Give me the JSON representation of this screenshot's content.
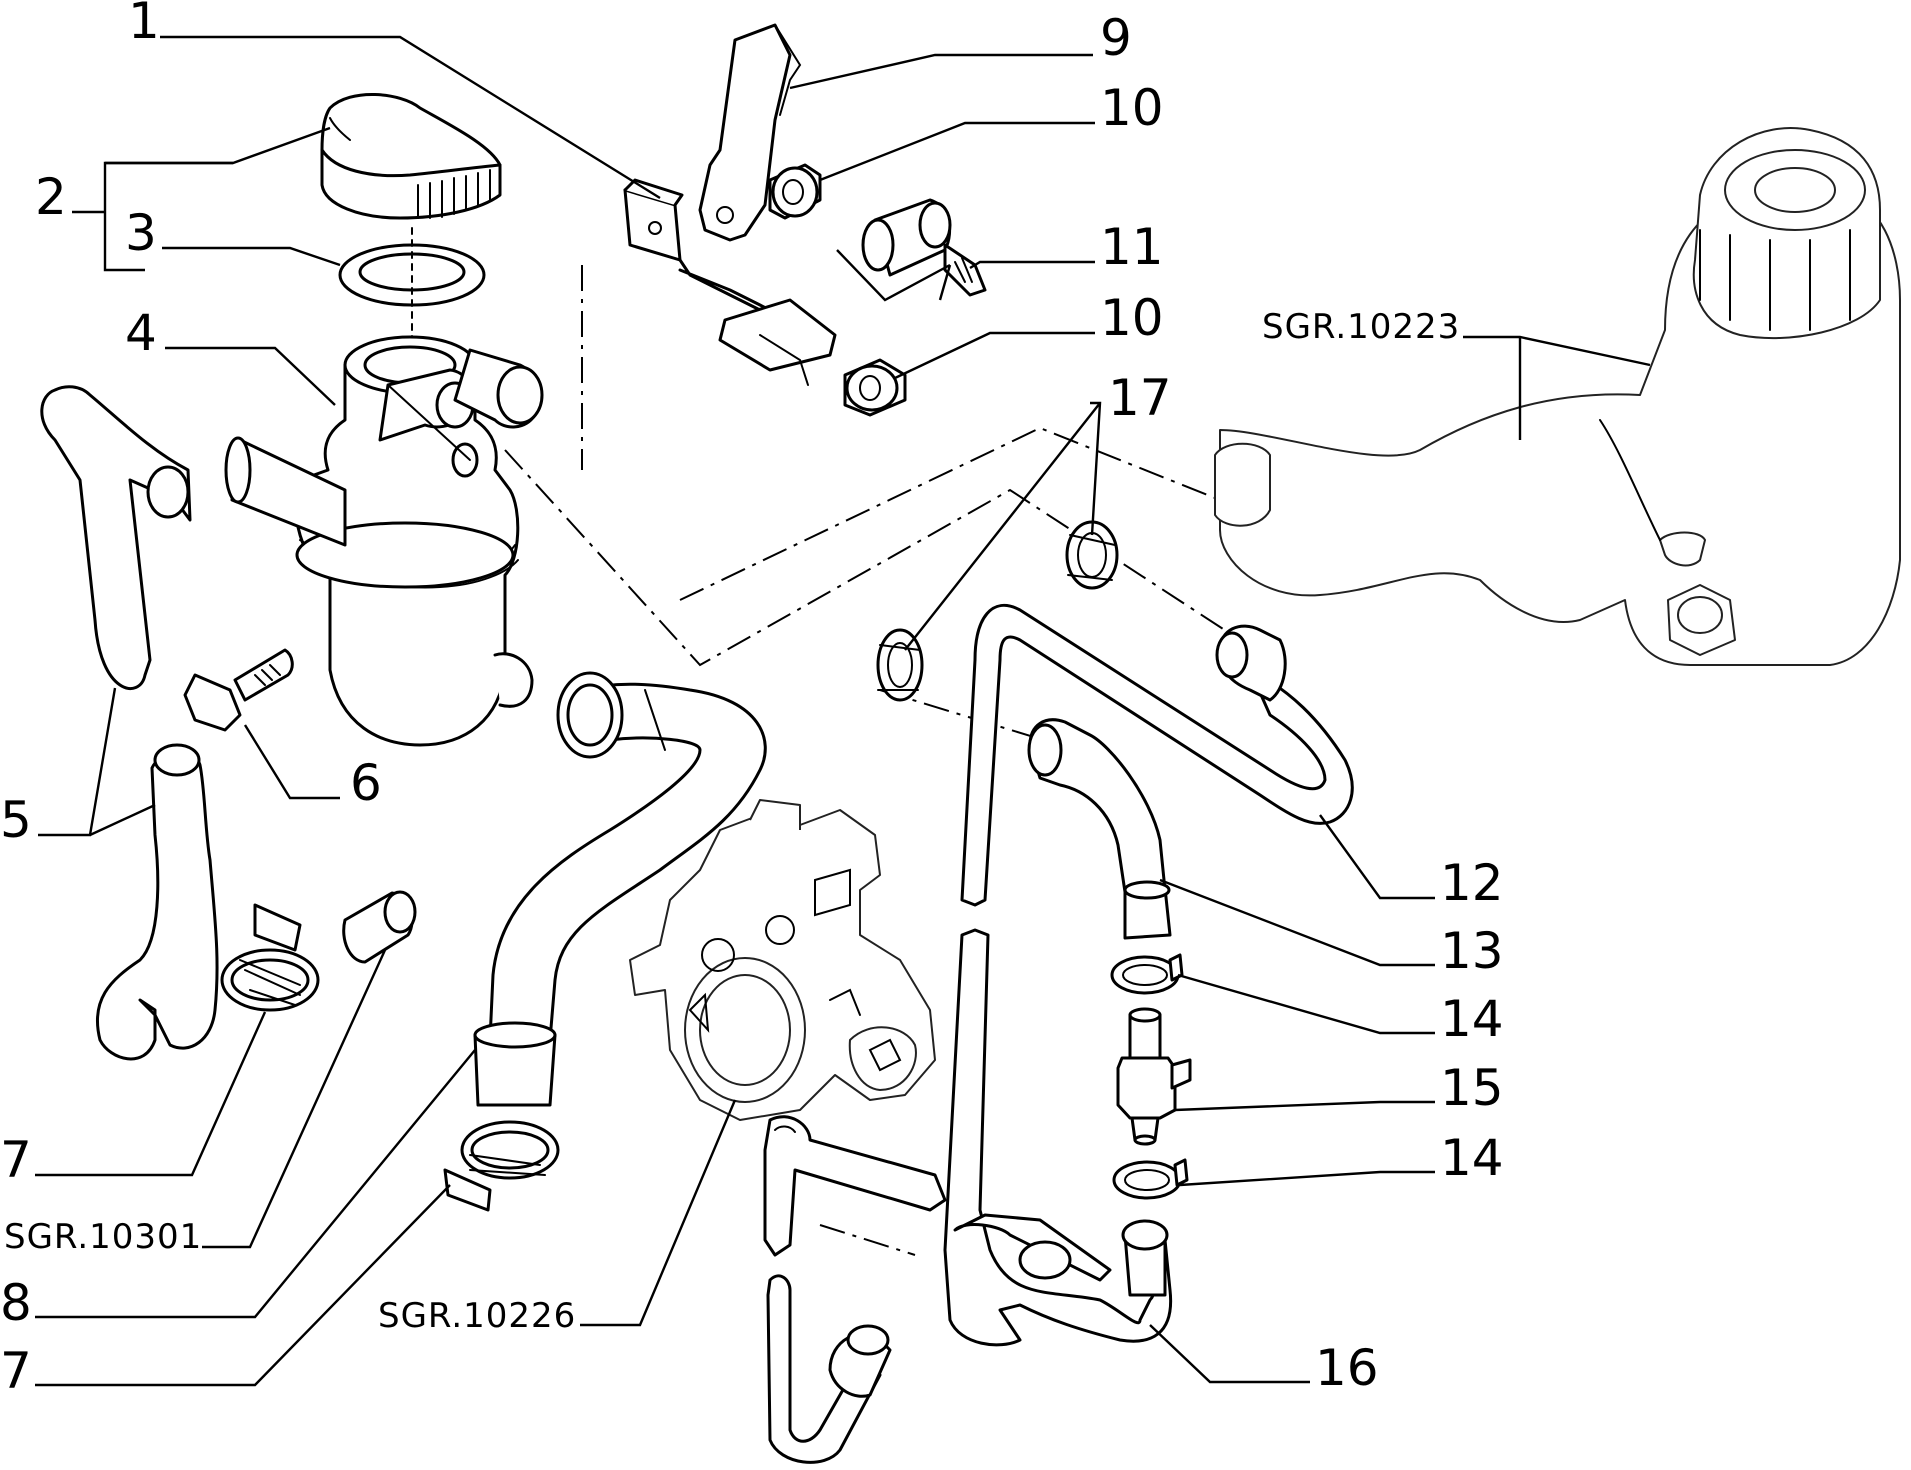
{
  "callouts": {
    "n1": "1",
    "n2": "2",
    "n3": "3",
    "n4": "4",
    "n5": "5",
    "n6": "6",
    "n7a": "7",
    "n7b": "7",
    "n8": "8",
    "n9": "9",
    "n10a": "10",
    "n10b": "10",
    "n11": "11",
    "n12": "12",
    "n13": "13",
    "n14a": "14",
    "n14b": "14",
    "n15": "15",
    "n16": "16",
    "n17": "17"
  },
  "references": {
    "air_filter": "SGR.10223",
    "throttle_body": "SGR.10226",
    "plug": "SGR.10301"
  }
}
